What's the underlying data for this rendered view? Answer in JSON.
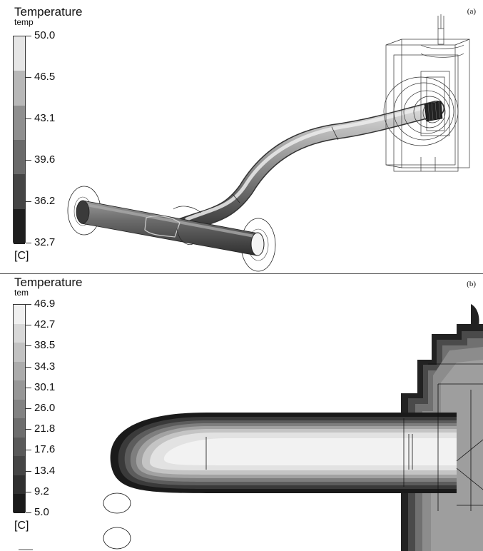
{
  "panel_a": {
    "label": "(a)",
    "legend": {
      "title": "Temperature",
      "subtitle": "temp",
      "unit": "[C]",
      "values": [
        "50.0",
        "46.5",
        "43.1",
        "39.6",
        "36.2",
        "32.7"
      ],
      "colors": [
        "#e6e6e6",
        "#b8b8b8",
        "#8f8f8f",
        "#6a6a6a",
        "#454545",
        "#1e1e1e"
      ]
    }
  },
  "panel_b": {
    "label": "(b)",
    "legend": {
      "title": "Temperature",
      "subtitle": "tem",
      "unit": "[C]",
      "values": [
        "46.9",
        "42.7",
        "38.5",
        "34.3",
        "30.1",
        "26.0",
        "21.8",
        "17.6",
        "13.4",
        "9.2",
        "5.0"
      ],
      "colors": [
        "#f0f0f0",
        "#d8d8d8",
        "#c2c2c2",
        "#acacac",
        "#979797",
        "#828282",
        "#6d6d6d",
        "#595959",
        "#454545",
        "#303030",
        "#1a1a1a"
      ]
    }
  }
}
